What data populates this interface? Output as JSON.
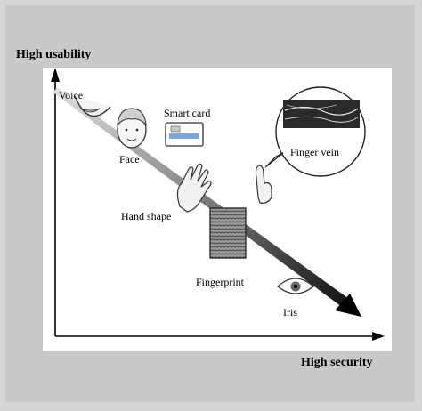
{
  "axes": {
    "y_title": "High usability",
    "x_title": "High security"
  },
  "items": {
    "voice": "Voice",
    "face": "Face",
    "smart_card": "Smart card",
    "hand_shape": "Hand shape",
    "fingerprint": "Fingerprint",
    "iris": "Iris",
    "finger_vein": "Finger vein"
  }
}
